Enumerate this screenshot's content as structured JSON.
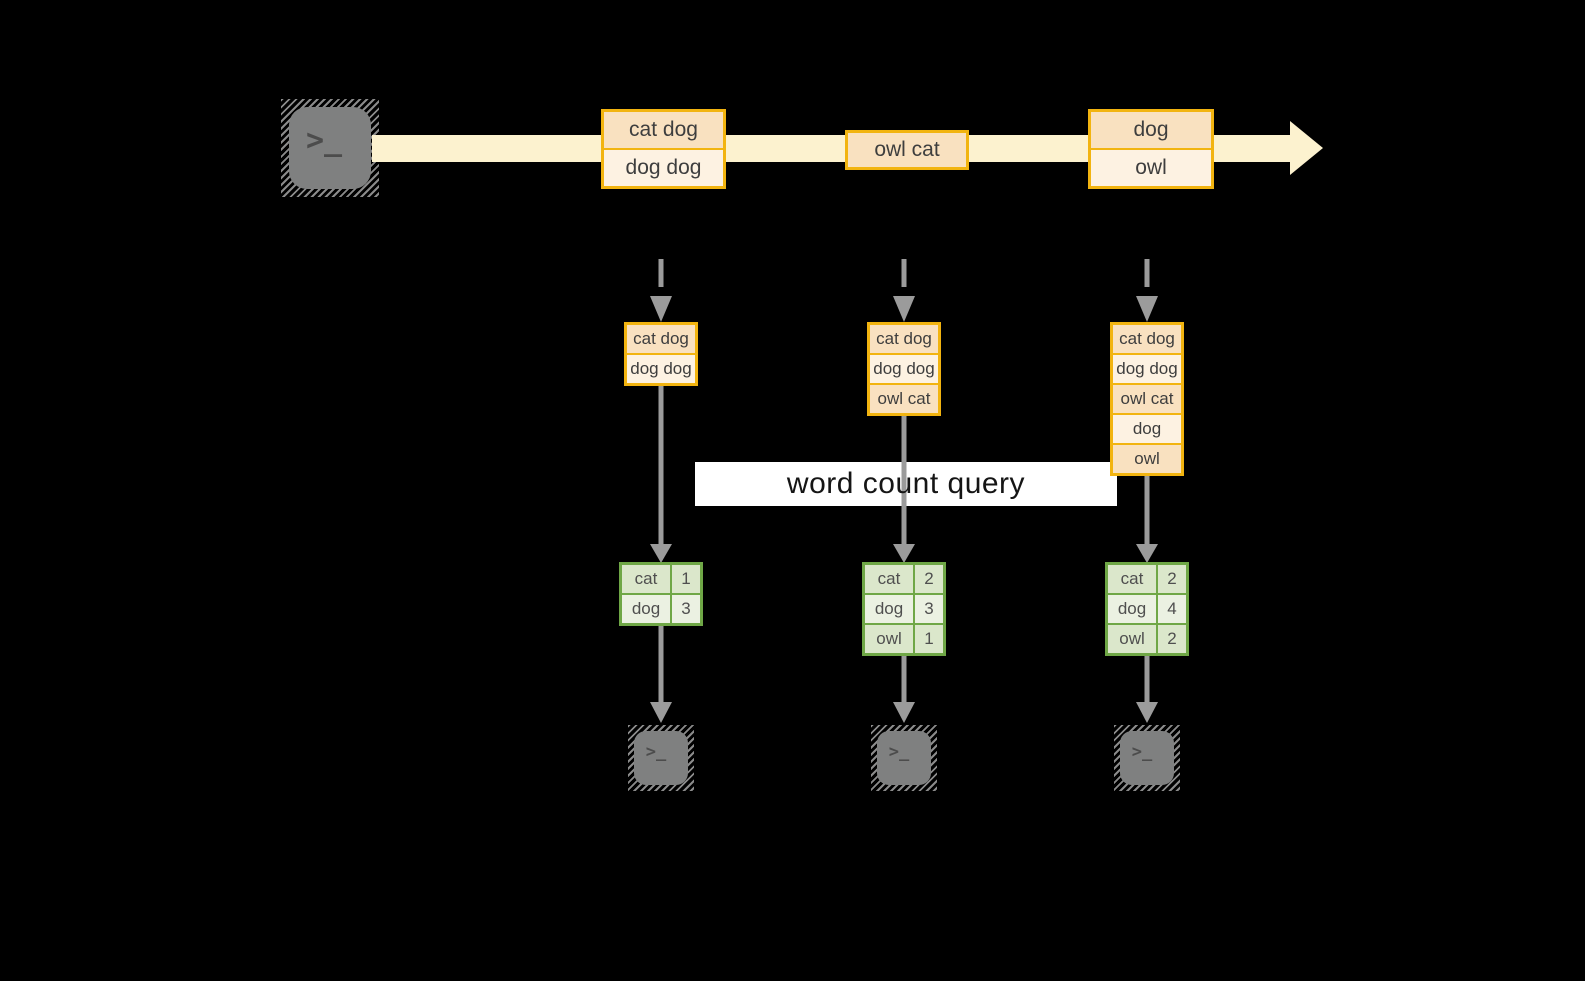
{
  "title": "word count query",
  "stream": {
    "source_icon": "terminal-icon",
    "sink_icon": "terminal-icon",
    "prompt_glyph": ">_",
    "batches": [
      {
        "rows": [
          "cat dog",
          "dog dog"
        ]
      },
      {
        "rows": [
          "owl cat"
        ]
      },
      {
        "rows": [
          "dog",
          "owl"
        ]
      }
    ]
  },
  "columns": [
    {
      "events": [
        "cat dog",
        "dog dog"
      ],
      "counts": [
        {
          "word": "cat",
          "count": "1"
        },
        {
          "word": "dog",
          "count": "3"
        }
      ]
    },
    {
      "events": [
        "cat dog",
        "dog dog",
        "owl cat"
      ],
      "counts": [
        {
          "word": "cat",
          "count": "2"
        },
        {
          "word": "dog",
          "count": "3"
        },
        {
          "word": "owl",
          "count": "1"
        }
      ]
    },
    {
      "events": [
        "cat dog",
        "dog dog",
        "owl cat",
        "dog",
        "owl"
      ],
      "counts": [
        {
          "word": "cat",
          "count": "2"
        },
        {
          "word": "dog",
          "count": "4"
        },
        {
          "word": "owl",
          "count": "2"
        }
      ]
    }
  ],
  "colors": {
    "stream_band": "#fcf2cf",
    "event_border": "#f2b410",
    "event_fill_dark": "#f9e1c0",
    "event_fill_light": "#fdf2e2",
    "table_border": "#6fa746",
    "table_fill_dark": "#dbe7cb",
    "table_fill_light": "#ebf1e2",
    "arrow": "#9b9b9b",
    "query_bg": "#ffffff"
  }
}
